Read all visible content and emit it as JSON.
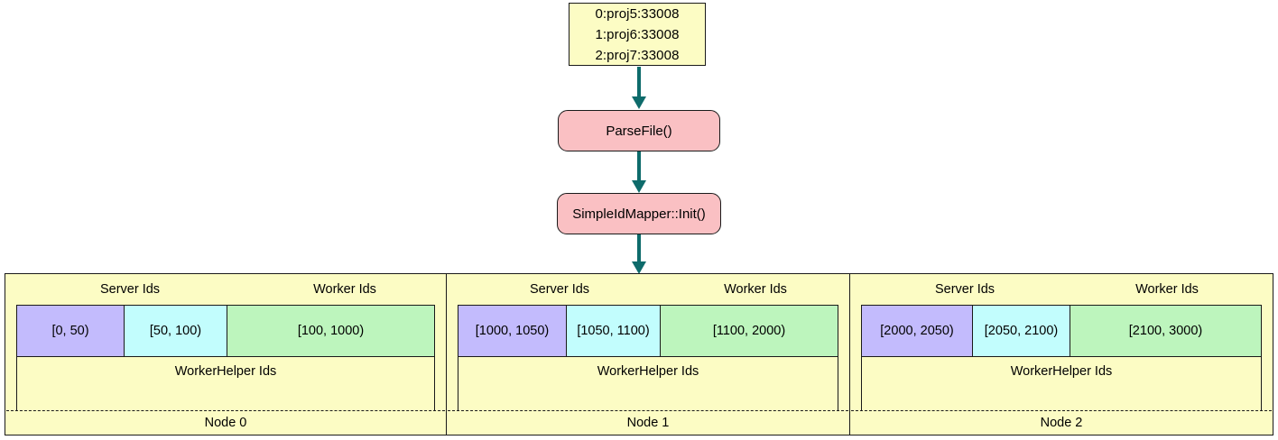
{
  "flow": {
    "file_node": {
      "lines": [
        "0:proj5:33008",
        "1:proj6:33008",
        "2:proj7:33008"
      ]
    },
    "processes": [
      {
        "label": "ParseFile()"
      },
      {
        "label": "SimpleIdMapper::Init()"
      }
    ],
    "arrows": [
      {
        "name": "file-to-parsefile"
      },
      {
        "name": "parsefile-to-init"
      },
      {
        "name": "init-to-idtable"
      }
    ]
  },
  "id_table": {
    "headers": {
      "server": "Server Ids",
      "worker": "Worker Ids",
      "worker_helper": "WorkerHelper Ids"
    },
    "nodes": [
      {
        "label": "Node 0",
        "server_ranges": [
          "[0, 50)",
          "[50, 100)"
        ],
        "worker_range": "[100, 1000)",
        "worker_helper": "WorkerHelper Ids"
      },
      {
        "label": "Node 1",
        "server_ranges": [
          "[1000, 1050)",
          "[1050, 1100)"
        ],
        "worker_range": "[1100, 2000)",
        "worker_helper": "WorkerHelper Ids"
      },
      {
        "label": "Node 2",
        "server_ranges": [
          "[2000, 2050)",
          "[2050, 2100)"
        ],
        "worker_range": "[2100, 3000)",
        "worker_helper": "WorkerHelper Ids"
      }
    ]
  },
  "colors": {
    "file_node_bg": "#fcfcc4",
    "process_bg": "#fac0c3",
    "arrow": "#0e6b6b",
    "server_id_primary": "#c3bbfd",
    "server_id_secondary": "#c2fdfd",
    "worker_id": "#bdf5bd",
    "cluster_bg": "#fcfcc4",
    "border": "#1a1a1a"
  }
}
